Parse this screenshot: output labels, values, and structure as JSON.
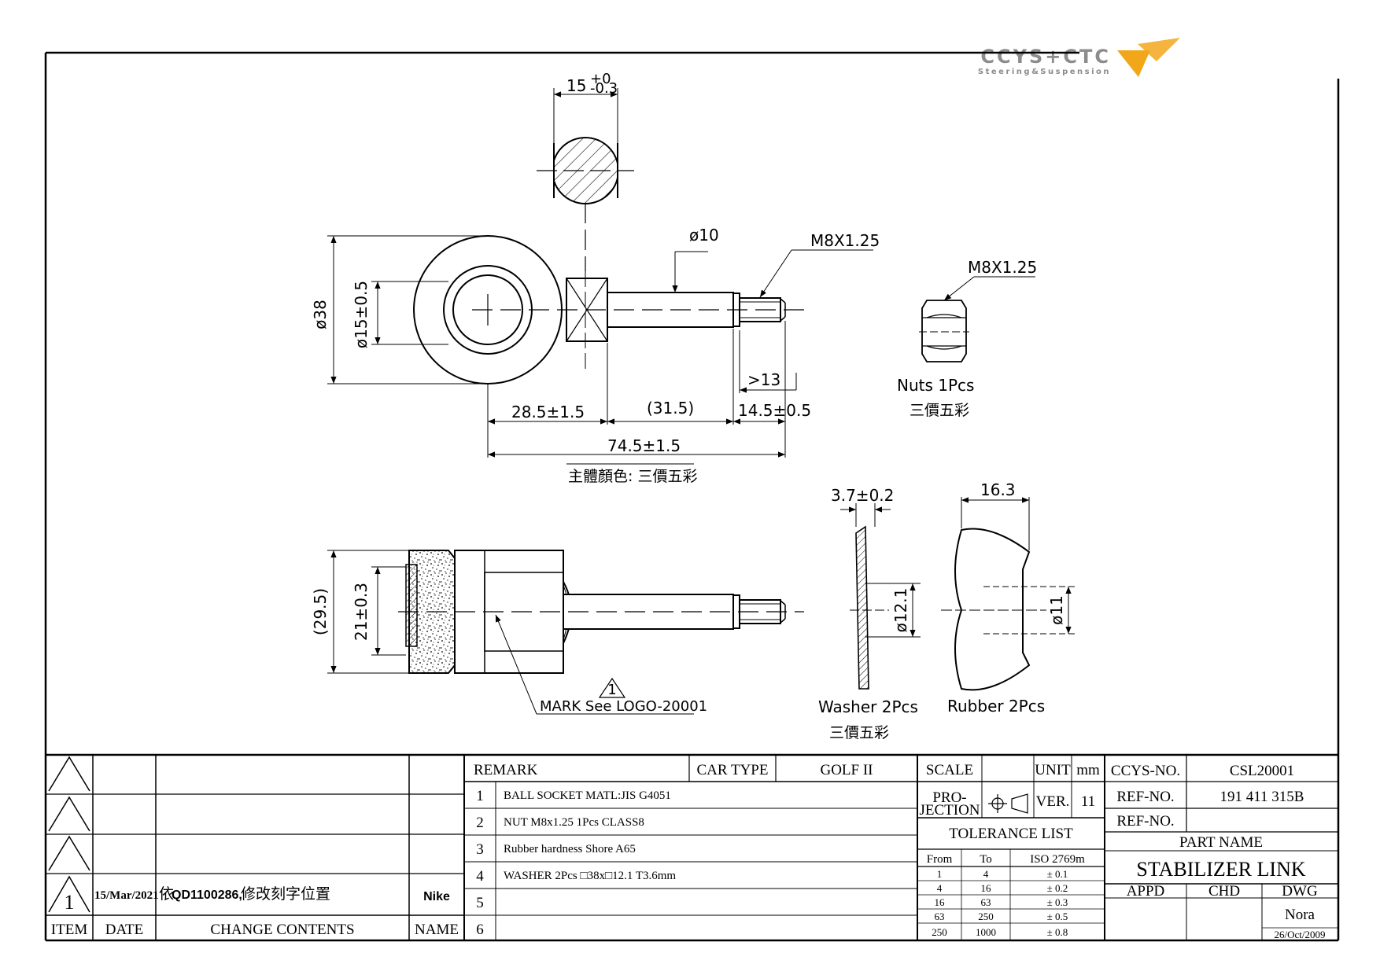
{
  "logo": {
    "brand": "CCYS+CTC",
    "tagline": "Steering&Suspension",
    "accent_color": "#f2a71b",
    "text_color": "#8c8c8c"
  },
  "views": {
    "section_width": "15",
    "section_tol_upper": "+0",
    "section_tol_lower": "-0.3",
    "shaft_dia": "ø10",
    "thread": "M8X1.25",
    "outer_dia": "ø38",
    "bore_dia": "ø15±0.5",
    "thread_min": ">13",
    "len_a": "28.5±1.5",
    "len_b": "(31.5)",
    "len_c": "14.5±0.5",
    "len_total": "74.5±1.5",
    "body_color_note": "主體顏色: 三價五彩",
    "height_side": "(29.5)",
    "inner_side": "21±0.3",
    "mark_note": "MARK See LOGO-20001",
    "warning_mark": "1",
    "nut_thread": "M8X1.25",
    "nut_label": "Nuts 1Pcs",
    "nut_finish": "三價五彩",
    "washer_thickness": "3.7±0.2",
    "washer_bore": "ø12.1",
    "washer_label": "Washer 2Pcs",
    "washer_finish": "三價五彩",
    "rubber_width": "16.3",
    "rubber_bore": "ø11",
    "rubber_label": "Rubber 2Pcs"
  },
  "revision": {
    "headers": [
      "ITEM",
      "DATE",
      "CHANGE CONTENTS",
      "NAME"
    ],
    "rows": [
      {
        "item": "1",
        "date": "15/Mar/2021",
        "content_prefix": "依",
        "content_code": "QD1100286,",
        "content_suffix": " 修改刻字位置",
        "name": "Nike"
      }
    ]
  },
  "remark": {
    "title": "REMARK",
    "car_type_label": "CAR TYPE",
    "car_type": "GOLF II",
    "items": [
      {
        "no": "1",
        "text": "BALL SOCKET MATL:JIS G4051"
      },
      {
        "no": "2",
        "text": "NUT M8x1.25 1Pcs CLASS8"
      },
      {
        "no": "3",
        "text": "Rubber hardness Shore A65"
      },
      {
        "no": "4",
        "text": "WASHER 2Pcs □38x□12.1 T3.6mm"
      },
      {
        "no": "5",
        "text": ""
      },
      {
        "no": "6",
        "text": ""
      }
    ]
  },
  "scale": {
    "scale_label": "SCALE",
    "scale_value": "",
    "unit_label": "UNIT",
    "unit_value": "mm",
    "projection_label_1": "PRO-",
    "projection_label_2": "JECTION",
    "ver_label": "VER.",
    "ver_value": "11"
  },
  "tolerance": {
    "title": "TOLERANCE LIST",
    "headers": [
      "From",
      "To",
      "ISO 2769m"
    ],
    "rows": [
      [
        "1",
        "4",
        "± 0.1"
      ],
      [
        "4",
        "16",
        "± 0.2"
      ],
      [
        "16",
        "63",
        "± 0.3"
      ],
      [
        "63",
        "250",
        "± 0.5"
      ],
      [
        "250",
        "1000",
        "± 0.8"
      ]
    ]
  },
  "part_info": {
    "ccys_label": "CCYS-NO.",
    "ccys_no": "CSL20001",
    "ref_label_1": "REF-NO.",
    "ref_no_1": "191 411 315B",
    "ref_label_2": "REF-NO.",
    "ref_no_2": "",
    "part_name_label": "PART NAME",
    "part_name": "STABILIZER LINK",
    "appd_label": "APPD",
    "chd_label": "CHD",
    "dwg_label": "DWG",
    "appd": "",
    "chd": "",
    "dwg": "Nora",
    "dwg_date": "26/Oct/2009"
  }
}
